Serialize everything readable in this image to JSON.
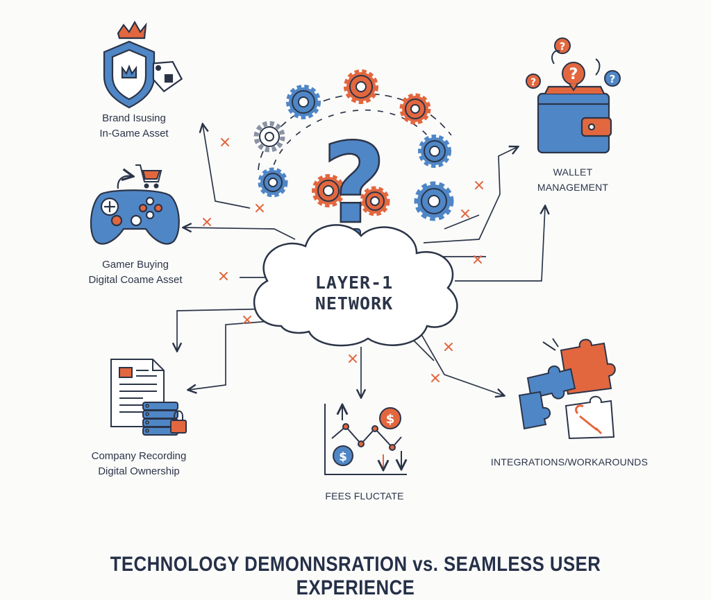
{
  "center": {
    "line1": "LAYER-1",
    "line2": "NETWORK"
  },
  "nodes": {
    "brand": {
      "line1": "Brand Isusing",
      "line2": "In-Game Asset"
    },
    "gamer": {
      "line1": "Gamer Buying",
      "line2": "Digital Coame Asset"
    },
    "company": {
      "line1": "Company Recording",
      "line2": "Digital Ownership"
    },
    "fees": {
      "label": "FEES FLUCTATE"
    },
    "integrations": {
      "label": "INTEGRATIONS/WORKAROUNDS"
    },
    "wallet": {
      "line1": "WALLET",
      "line2": "MANAGEMENT"
    }
  },
  "icons": {
    "question_mark": "?",
    "dollar": "$"
  },
  "footer": {
    "title": "TECHNOLOGY DEMONNSRATION vs. SEAMLESS USER EXPERIENCE"
  },
  "colors": {
    "blue": "#4f86c6",
    "orange": "#e2673f",
    "dark": "#2b3447",
    "cross": "#e2673f"
  }
}
